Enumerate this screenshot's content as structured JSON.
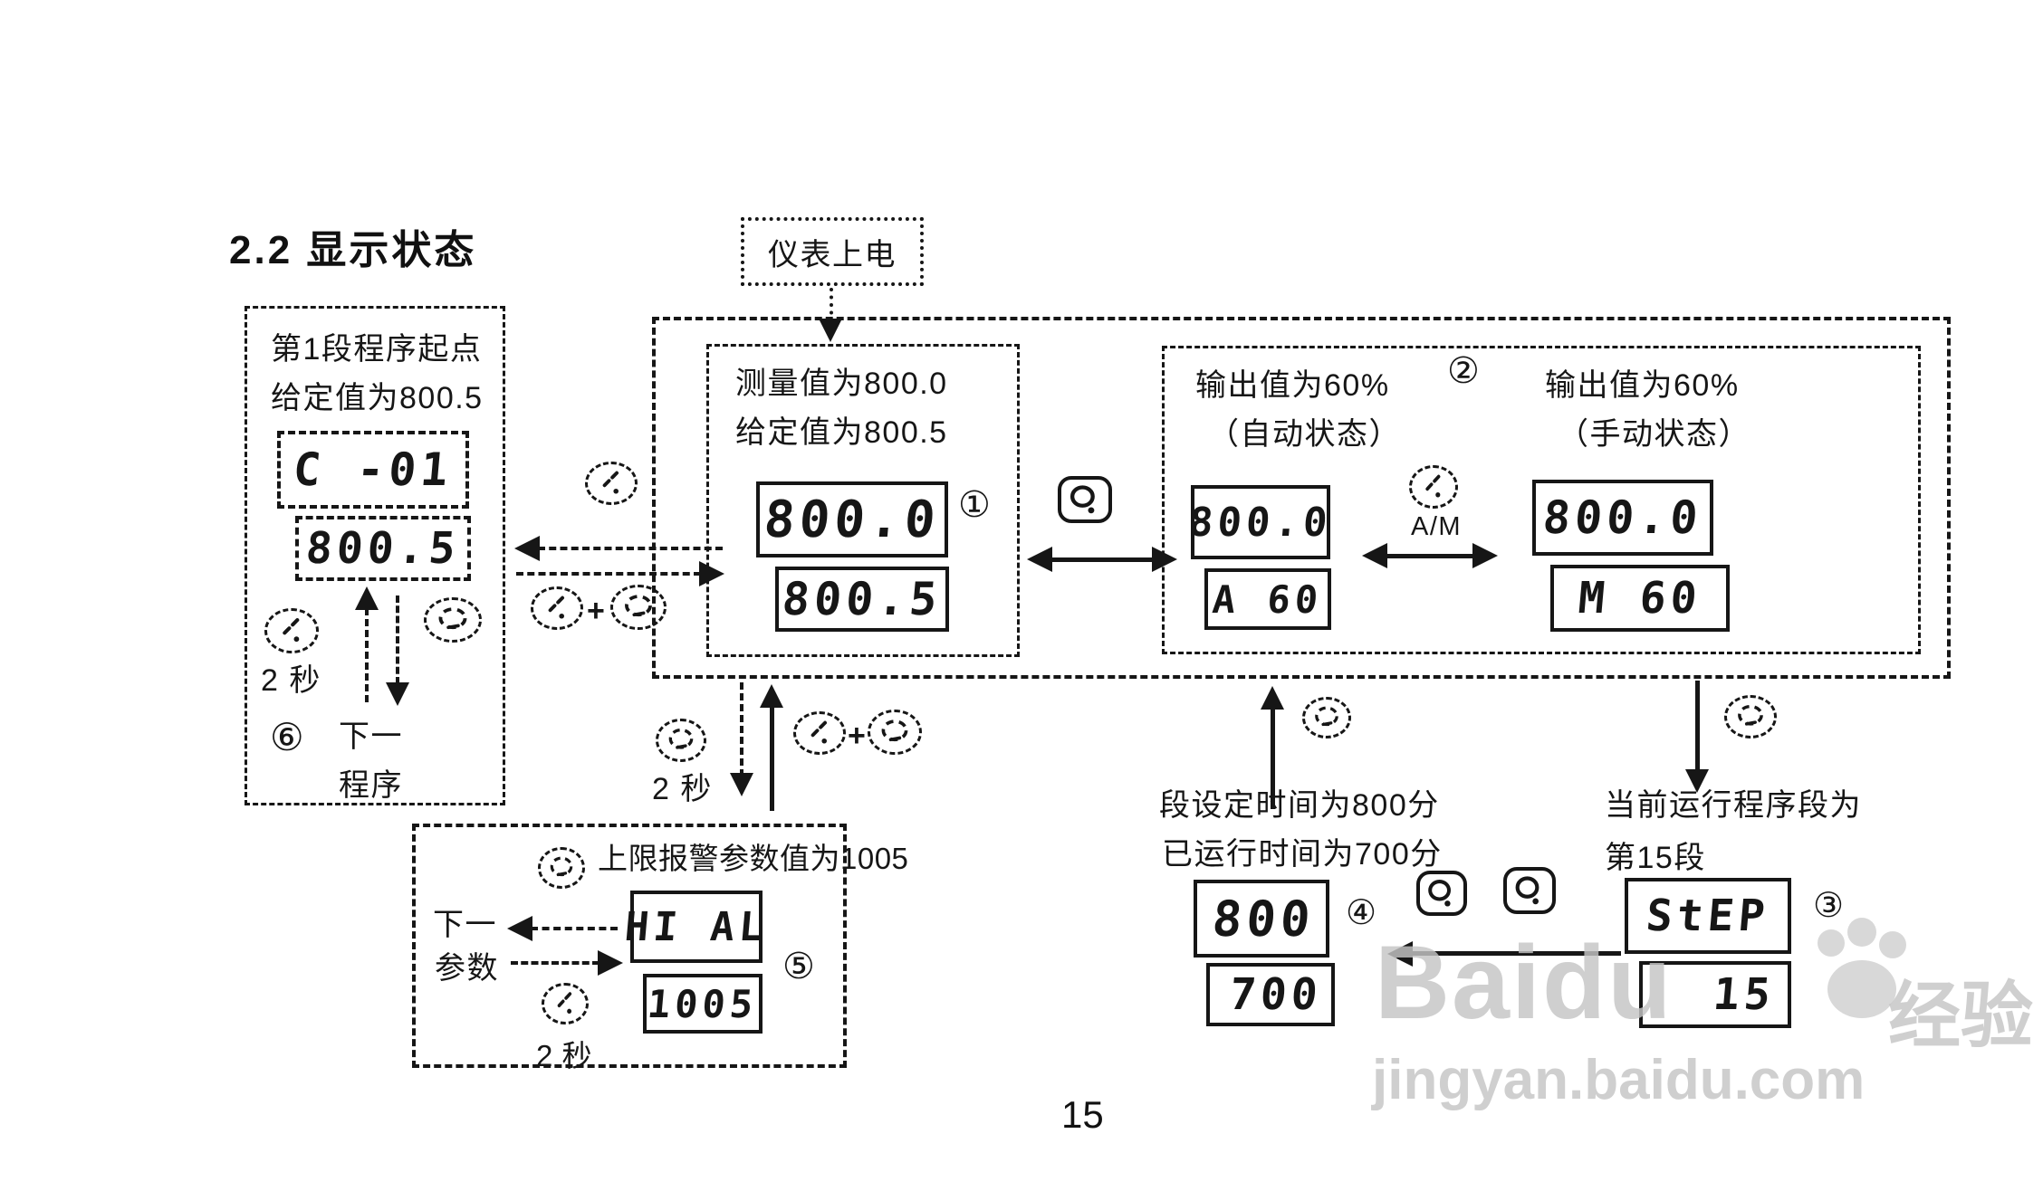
{
  "title": "2.2  显示状态",
  "page_number": "15",
  "power_box": {
    "label": "仪表上电"
  },
  "state1": {
    "badge": "①",
    "line1": "测量值为800.0",
    "line2": "给定值为800.5",
    "pv": "800.0",
    "sv": "800.5"
  },
  "state2": {
    "badge": "②",
    "auto_line1": "输出值为60%",
    "auto_line2": "（自动状态）",
    "auto_pv": "800.0",
    "auto_out": "A 60",
    "am_key_label": "A/M",
    "manual_line1": "输出值为60%",
    "manual_line2": "（手动状态）",
    "manual_pv": "800.0",
    "manual_out": "M 60"
  },
  "state3": {
    "badge": "③",
    "line1": "当前运行程序段为",
    "line2": "第15段",
    "upper": "StEP",
    "lower": "15"
  },
  "state4": {
    "badge": "④",
    "line1": "段设定时间为800分",
    "line2": "已运行时间为700分",
    "upper": "800",
    "lower": "700"
  },
  "state5": {
    "badge": "⑤",
    "title": "上限报警参数值为1005",
    "next_line1": "下一",
    "next_line2": "参数",
    "upper": "HI AL",
    "lower": "1005",
    "hold_label": "2 秒"
  },
  "state6": {
    "badge": "⑥",
    "line1": "第1段程序起点",
    "line2": "给定值为800.5",
    "upper": "C -01",
    "lower": "800.5",
    "hold_label": "2 秒",
    "next_line1": "下一",
    "next_line2": "程序"
  },
  "transitions": {
    "hold_label": "2 秒",
    "plus": "+"
  },
  "watermark": {
    "brand": "Baidu",
    "brand_suffix": "经验",
    "url": "jingyan.baidu.com"
  }
}
